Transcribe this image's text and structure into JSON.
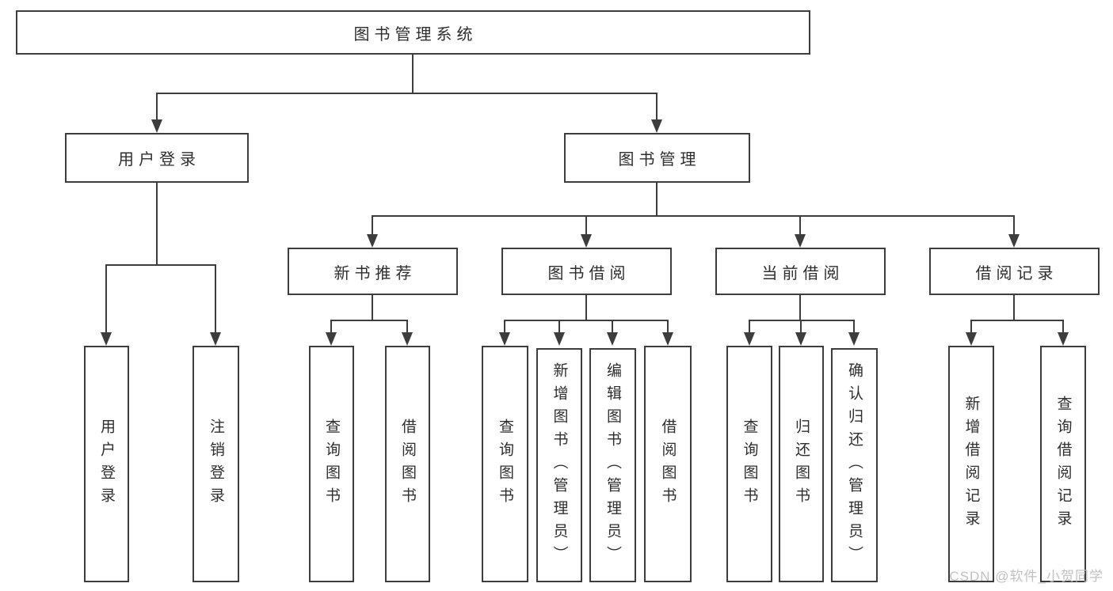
{
  "root": {
    "label": "图书管理系统"
  },
  "branches": {
    "user_login": {
      "label": "用户登录",
      "children": [
        {
          "label": "用户登录"
        },
        {
          "label": "注销登录"
        }
      ]
    },
    "book_mgmt": {
      "label": "图书管理",
      "children": [
        {
          "label": "新书推荐",
          "children": [
            {
              "label": "查询图书"
            },
            {
              "label": "借阅图书"
            }
          ]
        },
        {
          "label": "图书借阅",
          "children": [
            {
              "label": "查询图书"
            },
            {
              "label": "新增图书（管理员）"
            },
            {
              "label": "编辑图书（管理员）"
            },
            {
              "label": "借阅图书"
            }
          ]
        },
        {
          "label": "当前借阅",
          "children": [
            {
              "label": "查询图书"
            },
            {
              "label": "归还图书"
            },
            {
              "label": "确认归还（管理员）"
            }
          ]
        },
        {
          "label": "借阅记录",
          "children": [
            {
              "label": "新增借阅记录"
            },
            {
              "label": "查询借阅记录"
            }
          ]
        }
      ]
    }
  },
  "watermark": {
    "text": "CSDN @软件_小贺同学"
  },
  "colors": {
    "line": "#3d3d3d",
    "text": "#2e2e2e",
    "box_background": "#ffffff",
    "watermark": "#c1c1c1"
  }
}
